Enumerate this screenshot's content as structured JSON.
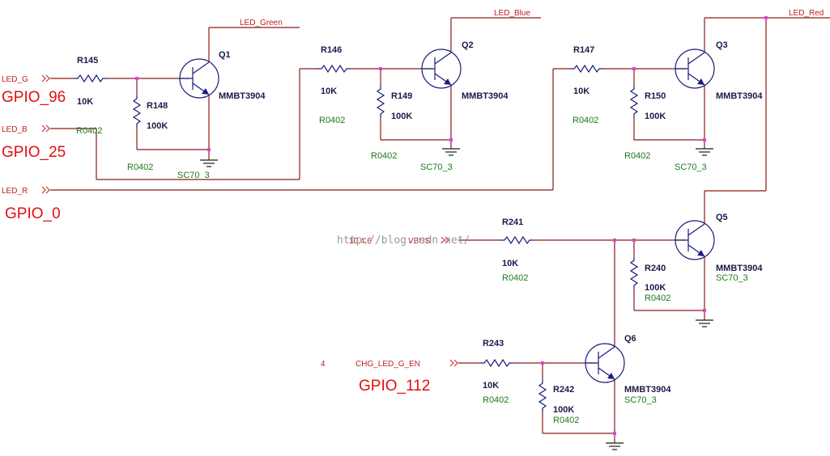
{
  "watermark": "http://blog.csdn.net/",
  "nets": {
    "led_green": "LED_Green",
    "led_blue": "LED_Blue",
    "led_red": "LED_Red",
    "led_g": "LED_G",
    "led_b": "LED_B",
    "led_r": "LED_R",
    "vbus": "VBUS",
    "vbus_ref": "10,4,6",
    "chg": "CHG_LED_G_EN",
    "chg_ref": "4"
  },
  "gpio": {
    "g96": "GPIO_96",
    "g25": "GPIO_25",
    "g0": "GPIO_0",
    "g112": "GPIO_112"
  },
  "resistors": {
    "r145": {
      "des": "R145",
      "val": "10K",
      "pkg": "R0402"
    },
    "r148": {
      "des": "R148",
      "val": "100K",
      "pkg": "R0402"
    },
    "r146": {
      "des": "R146",
      "val": "10K",
      "pkg": "R0402"
    },
    "r149": {
      "des": "R149",
      "val": "100K",
      "pkg": "R0402"
    },
    "r147": {
      "des": "R147",
      "val": "10K",
      "pkg": "R0402"
    },
    "r150": {
      "des": "R150",
      "val": "100K",
      "pkg": "R0402"
    },
    "r241": {
      "des": "R241",
      "val": "10K",
      "pkg": "R0402"
    },
    "r240": {
      "des": "R240",
      "val": "100K",
      "pkg": "R0402"
    },
    "r243": {
      "des": "R243",
      "val": "10K",
      "pkg": "R0402"
    },
    "r242": {
      "des": "R242",
      "val": "100K",
      "pkg": "R0402"
    }
  },
  "transistors": {
    "q1": {
      "des": "Q1",
      "part": "MMBT3904",
      "pkg": "SC70_3"
    },
    "q2": {
      "des": "Q2",
      "part": "MMBT3904",
      "pkg": "SC70_3"
    },
    "q3": {
      "des": "Q3",
      "part": "MMBT3904",
      "pkg": "SC70_3"
    },
    "q5": {
      "des": "Q5",
      "part": "MMBT3904",
      "pkg": "SC70_3"
    },
    "q6": {
      "des": "Q6",
      "part": "MMBT3904",
      "pkg": "SC70_3"
    }
  }
}
